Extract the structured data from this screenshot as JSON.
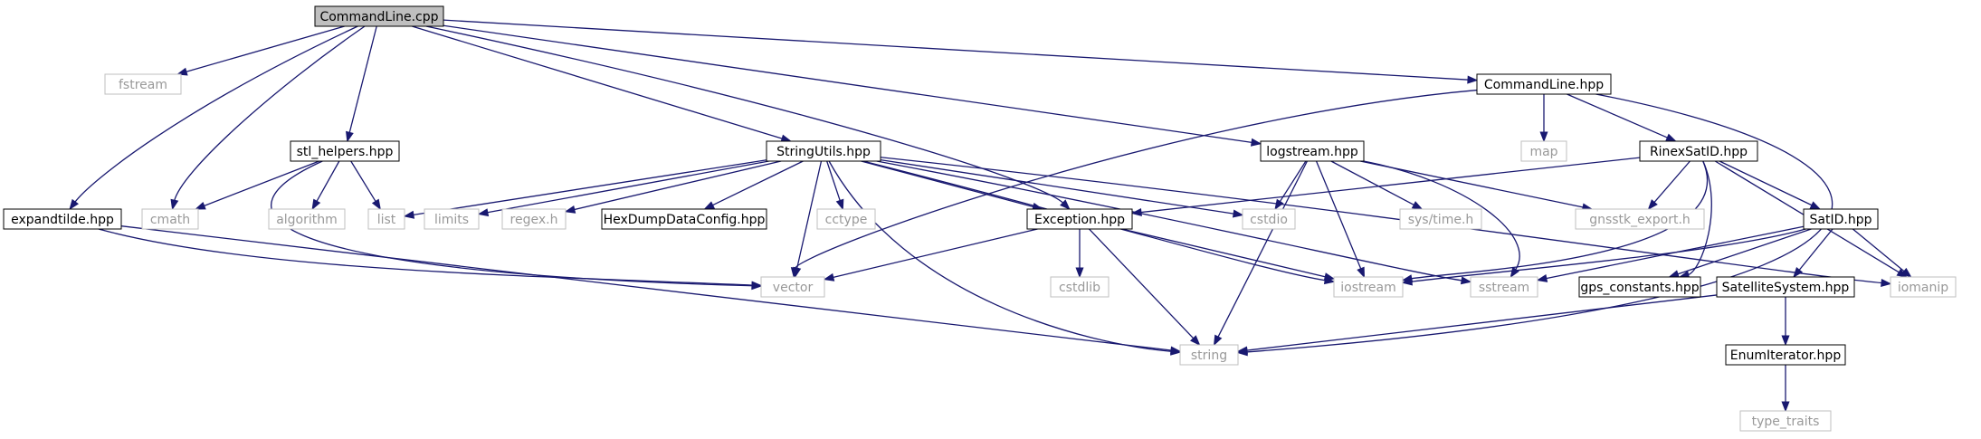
{
  "graph": {
    "colors": {
      "edge": "#191970",
      "root_fill": "#bfbfbf",
      "doc_border": "#000000",
      "ext_border": "#bfbfbf",
      "ext_text": "#999999",
      "text": "#000000"
    },
    "nodes": {
      "commandline_cpp": {
        "label": "CommandLine.cpp",
        "kind": "root"
      },
      "fstream": {
        "label": "fstream",
        "kind": "external"
      },
      "commandline_hpp": {
        "label": "CommandLine.hpp",
        "kind": "documented"
      },
      "map": {
        "label": "map",
        "kind": "external"
      },
      "rinexsatid_hpp": {
        "label": "RinexSatID.hpp",
        "kind": "documented"
      },
      "exception_hpp": {
        "label": "Exception.hpp",
        "kind": "documented"
      },
      "vector": {
        "label": "vector",
        "kind": "external"
      },
      "cstdlib": {
        "label": "cstdlib",
        "kind": "external"
      },
      "string": {
        "label": "string",
        "kind": "external"
      },
      "iostream": {
        "label": "iostream",
        "kind": "external"
      },
      "gnsstk_export_h": {
        "label": "gnsstk_export.h",
        "kind": "external"
      },
      "satid_hpp": {
        "label": "SatID.hpp",
        "kind": "documented"
      },
      "sstream": {
        "label": "sstream",
        "kind": "external"
      },
      "gps_constants_hpp": {
        "label": "gps_constants.hpp",
        "kind": "documented"
      },
      "satellitesystem_hpp": {
        "label": "SatelliteSystem.hpp",
        "kind": "documented"
      },
      "enumiterator_hpp": {
        "label": "EnumIterator.hpp",
        "kind": "documented"
      },
      "type_traits": {
        "label": "type_traits",
        "kind": "external"
      },
      "iomanip": {
        "label": "iomanip",
        "kind": "external"
      },
      "cmath": {
        "label": "cmath",
        "kind": "external"
      },
      "expandtilde_hpp": {
        "label": "expandtilde.hpp",
        "kind": "documented"
      },
      "logstream_hpp": {
        "label": "logstream.hpp",
        "kind": "documented"
      },
      "cstdio": {
        "label": "cstdio",
        "kind": "external"
      },
      "sys_time_h": {
        "label": "sys/time.h",
        "kind": "external"
      },
      "stl_helpers_hpp": {
        "label": "stl_helpers.hpp",
        "kind": "documented"
      },
      "algorithm": {
        "label": "algorithm",
        "kind": "external"
      },
      "list": {
        "label": "list",
        "kind": "external"
      },
      "stringutils_hpp": {
        "label": "StringUtils.hpp",
        "kind": "documented"
      },
      "limits": {
        "label": "limits",
        "kind": "external"
      },
      "regex_h": {
        "label": "regex.h",
        "kind": "external"
      },
      "hexdumpdataconfig_hpp": {
        "label": "HexDumpDataConfig.hpp",
        "kind": "documented"
      },
      "cctype": {
        "label": "cctype",
        "kind": "external"
      }
    },
    "edges": [
      [
        "commandline_cpp",
        "fstream"
      ],
      [
        "commandline_cpp",
        "commandline_hpp"
      ],
      [
        "commandline_cpp",
        "cmath"
      ],
      [
        "commandline_cpp",
        "expandtilde_hpp"
      ],
      [
        "commandline_cpp",
        "exception_hpp"
      ],
      [
        "commandline_cpp",
        "logstream_hpp"
      ],
      [
        "commandline_cpp",
        "stl_helpers_hpp"
      ],
      [
        "commandline_cpp",
        "stringutils_hpp"
      ],
      [
        "commandline_hpp",
        "map"
      ],
      [
        "commandline_hpp",
        "rinexsatid_hpp"
      ],
      [
        "commandline_hpp",
        "vector"
      ],
      [
        "commandline_hpp",
        "string"
      ],
      [
        "rinexsatid_hpp",
        "exception_hpp"
      ],
      [
        "rinexsatid_hpp",
        "gnsstk_export_h"
      ],
      [
        "rinexsatid_hpp",
        "satid_hpp"
      ],
      [
        "rinexsatid_hpp",
        "gps_constants_hpp"
      ],
      [
        "rinexsatid_hpp",
        "iostream"
      ],
      [
        "rinexsatid_hpp",
        "iomanip"
      ],
      [
        "exception_hpp",
        "vector"
      ],
      [
        "exception_hpp",
        "cstdlib"
      ],
      [
        "exception_hpp",
        "string"
      ],
      [
        "exception_hpp",
        "iostream"
      ],
      [
        "satid_hpp",
        "iostream"
      ],
      [
        "satid_hpp",
        "iomanip"
      ],
      [
        "satid_hpp",
        "sstream"
      ],
      [
        "satid_hpp",
        "gps_constants_hpp"
      ],
      [
        "satid_hpp",
        "satellitesystem_hpp"
      ],
      [
        "satellitesystem_hpp",
        "string"
      ],
      [
        "satellitesystem_hpp",
        "enumiterator_hpp"
      ],
      [
        "enumiterator_hpp",
        "type_traits"
      ],
      [
        "expandtilde_hpp",
        "string"
      ],
      [
        "expandtilde_hpp",
        "vector"
      ],
      [
        "logstream_hpp",
        "iostream"
      ],
      [
        "logstream_hpp",
        "sstream"
      ],
      [
        "logstream_hpp",
        "string"
      ],
      [
        "logstream_hpp",
        "cstdio"
      ],
      [
        "logstream_hpp",
        "sys_time_h"
      ],
      [
        "logstream_hpp",
        "gnsstk_export_h"
      ],
      [
        "stl_helpers_hpp",
        "cmath"
      ],
      [
        "stl_helpers_hpp",
        "algorithm"
      ],
      [
        "stl_helpers_hpp",
        "list"
      ],
      [
        "stl_helpers_hpp",
        "vector"
      ],
      [
        "stringutils_hpp",
        "list"
      ],
      [
        "stringutils_hpp",
        "limits"
      ],
      [
        "stringutils_hpp",
        "regex_h"
      ],
      [
        "stringutils_hpp",
        "hexdumpdataconfig_hpp"
      ],
      [
        "stringutils_hpp",
        "cctype"
      ],
      [
        "stringutils_hpp",
        "vector"
      ],
      [
        "stringutils_hpp",
        "string"
      ],
      [
        "stringutils_hpp",
        "exception_hpp"
      ],
      [
        "stringutils_hpp",
        "cstdio"
      ],
      [
        "stringutils_hpp",
        "iostream"
      ],
      [
        "stringutils_hpp",
        "sstream"
      ],
      [
        "stringutils_hpp",
        "iomanip"
      ]
    ]
  }
}
